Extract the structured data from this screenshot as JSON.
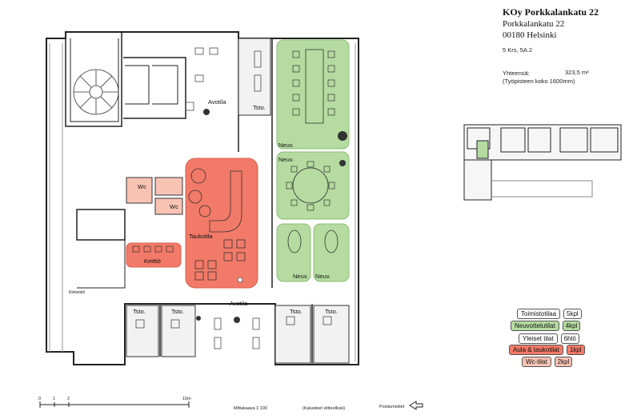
{
  "header": {
    "title": "KOy Porkkalankatu 22",
    "address_line1": "Porkkalankatu 22",
    "address_line2": "00180 Helsinki",
    "floor_info": "5 Krs, 5A.2",
    "area_label": "Yhteensä:",
    "area_value": "323,5 m²",
    "area_note": "(Työpisteen koko 1600mm)"
  },
  "rooms": {
    "avotila_top": "Avotila",
    "avotila_bottom": "Avotila",
    "tsto": "Tsto.",
    "neuv": "Neuv.",
    "wc": "Wc",
    "taukotila": "Taukotila",
    "keittio": "Keittiö",
    "kiinteisto": "Kiinteistö"
  },
  "footer": {
    "scale_0": "0",
    "scale_1": "1",
    "scale_2": "2",
    "scale_10": "10m",
    "mittakaava": "Mittakaava 1:100",
    "kalusteet": "(Kalusteet viitteellisiä)",
    "poistumistiet": "Poistumistiet"
  },
  "legend": [
    {
      "label": "Toimistotilaa",
      "count": "5kpl",
      "color": "#ffffff"
    },
    {
      "label": "Neuvottelutilat",
      "count": "4kpl",
      "color": "#b5dba0"
    },
    {
      "label": "Yleiset tilat",
      "count": "6hlö",
      "color": "#ffffff"
    },
    {
      "label": "Aula & taukotilat",
      "count": "1kpl",
      "color": "#f27a68"
    },
    {
      "label": "Wc-tilat",
      "count": "2kpl",
      "color": "#f9c3b4"
    }
  ],
  "colors": {
    "meeting": "#b5dba0",
    "lounge": "#f27a68",
    "wc": "#f9c3b4",
    "office": "#f2f2f2",
    "wall": "#222222"
  }
}
